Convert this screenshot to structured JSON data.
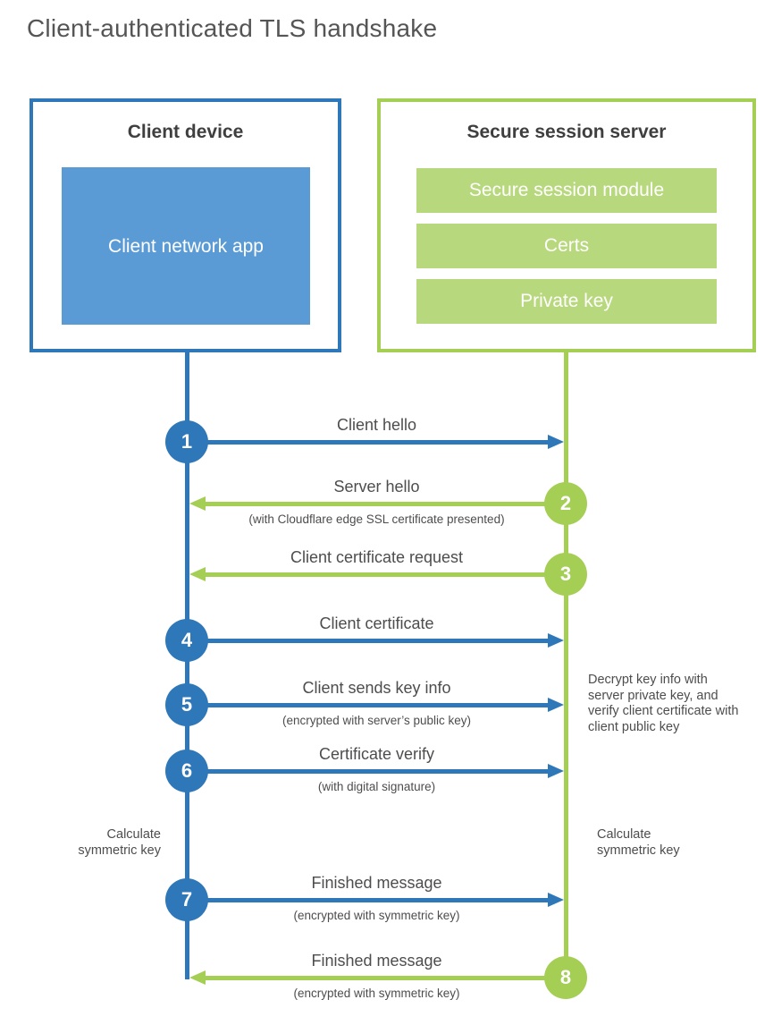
{
  "title": "Client-authenticated TLS handshake",
  "colors": {
    "client_accent": "#2e77b8",
    "client_fill": "#5b9bd5",
    "server_accent": "#a5ce55",
    "server_fill": "#b8d87d",
    "text": "#4d4d4d"
  },
  "client": {
    "title": "Client device",
    "app_label": "Client network app"
  },
  "server": {
    "title": "Secure session server",
    "modules": [
      "Secure session module",
      "Certs",
      "Private key"
    ]
  },
  "steps": [
    {
      "num": "1",
      "label": "Client hello",
      "sub": "",
      "direction": "right",
      "actor": "client"
    },
    {
      "num": "2",
      "label": "Server hello",
      "sub": "(with Cloudflare edge SSL certificate presented)",
      "direction": "left",
      "actor": "server"
    },
    {
      "num": "3",
      "label": "Client certificate request",
      "sub": "",
      "direction": "left",
      "actor": "server"
    },
    {
      "num": "4",
      "label": "Client certificate",
      "sub": "",
      "direction": "right",
      "actor": "client"
    },
    {
      "num": "5",
      "label": "Client sends key info",
      "sub": "(encrypted with server’s public key)",
      "direction": "right",
      "actor": "client"
    },
    {
      "num": "6",
      "label": "Certificate verify",
      "sub": "(with digital signature)",
      "direction": "right",
      "actor": "client"
    },
    {
      "num": "7",
      "label": "Finished message",
      "sub": "(encrypted with symmetric key)",
      "direction": "right",
      "actor": "client"
    },
    {
      "num": "8",
      "label": "Finished message",
      "sub": "(encrypted with symmetric key)",
      "direction": "left",
      "actor": "server"
    }
  ],
  "notes": {
    "decrypt": "Decrypt key info with server private key, and verify client certificate with client public key",
    "calc_left": "Calculate symmetric key",
    "calc_right": "Calculate symmetric key"
  }
}
